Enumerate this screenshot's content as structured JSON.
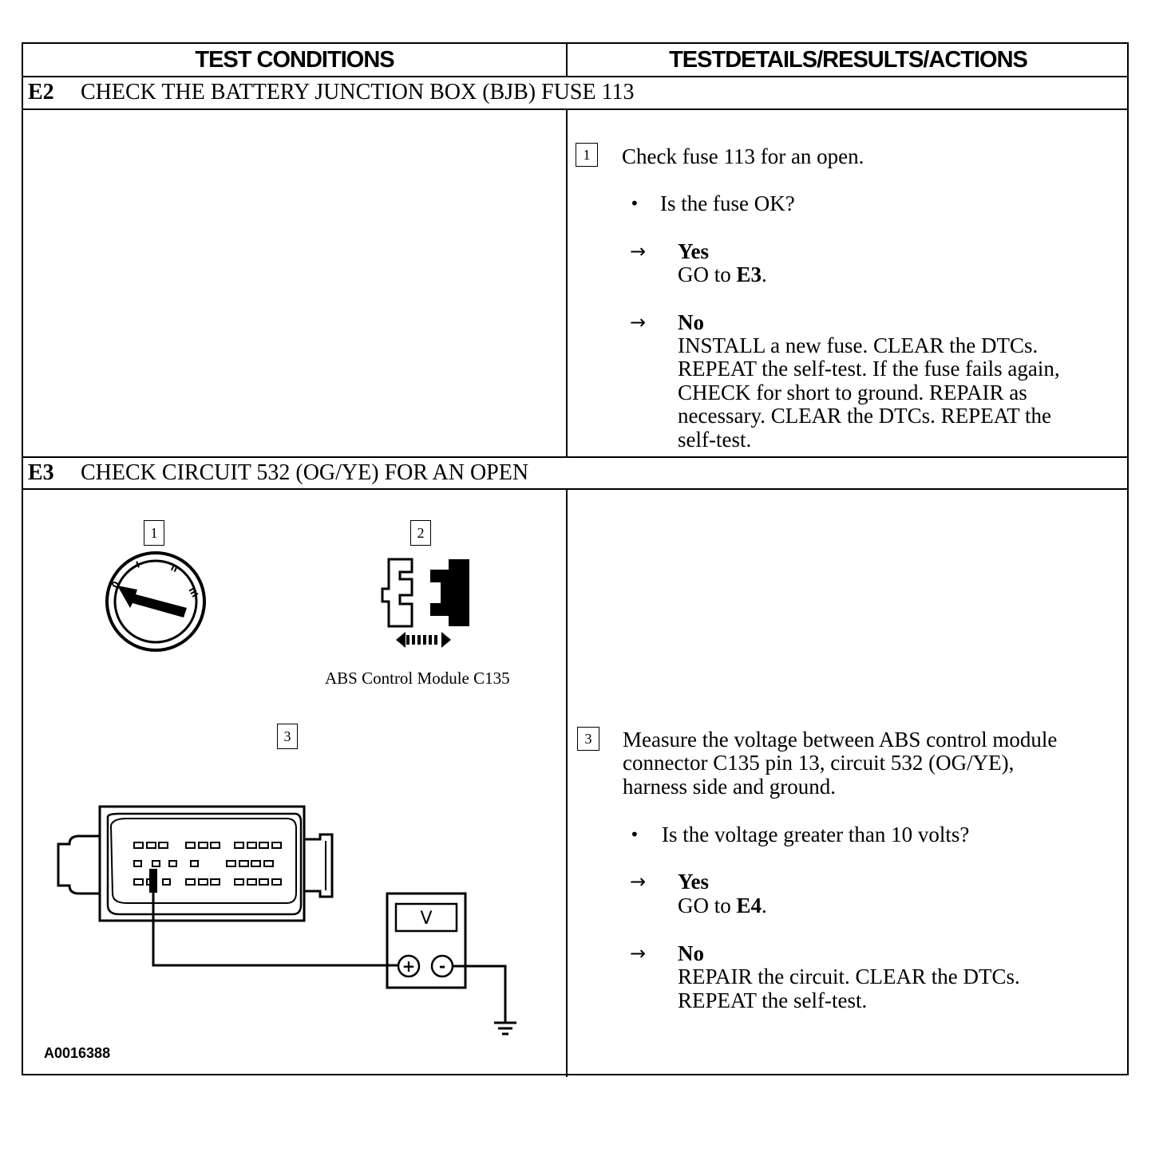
{
  "table": {
    "header_left": "TEST CONDITIONS",
    "header_right": "TESTDETAILS/RESULTS/ACTIONS"
  },
  "e2": {
    "id": "E2",
    "title": "CHECK THE BATTERY JUNCTION BOX (BJB) FUSE 113",
    "step_number": "1",
    "step_text": "Check fuse 113 for an open.",
    "question": "Is the fuse OK?",
    "arrow": "→",
    "bullet": "•",
    "yes_label": "Yes",
    "yes_action_prefix": "GO to ",
    "yes_action_target": "E3",
    "yes_action_suffix": ".",
    "no_label": "No",
    "no_lines": [
      "INSTALL a new fuse. CLEAR the DTCs.",
      "REPEAT the self-test. If the fuse fails again,",
      "CHECK for short to ground. REPAIR as",
      "necessary. CLEAR the DTCs. REPEAT the",
      "self-test."
    ]
  },
  "e3": {
    "id": "E3",
    "title": "CHECK CIRCUIT 532 (OG/YE) FOR AN OPEN",
    "figure": {
      "callout_1": "1",
      "callout_2": "2",
      "callout_3": "3",
      "connector_caption": "ABS Control Module C135",
      "meter_label": "V",
      "plus": "+",
      "minus": "-",
      "figure_id": "A0016388",
      "icons": [
        "ignition-switch-icon",
        "connector-disconnect-icon",
        "multimeter-icon",
        "ground-symbol-icon"
      ]
    },
    "step_number": "3",
    "step_lines": [
      "Measure the voltage between ABS control module",
      "connector C135 pin 13, circuit 532 (OG/YE),",
      "harness side and ground."
    ],
    "question": "Is the voltage greater than 10 volts?",
    "arrow": "→",
    "bullet": "•",
    "yes_label": "Yes",
    "yes_action_prefix": "GO to ",
    "yes_action_target": "E4",
    "yes_action_suffix": ".",
    "no_label": "No",
    "no_lines": [
      "REPAIR the circuit. CLEAR the DTCs.",
      "REPEAT the self-test."
    ]
  }
}
